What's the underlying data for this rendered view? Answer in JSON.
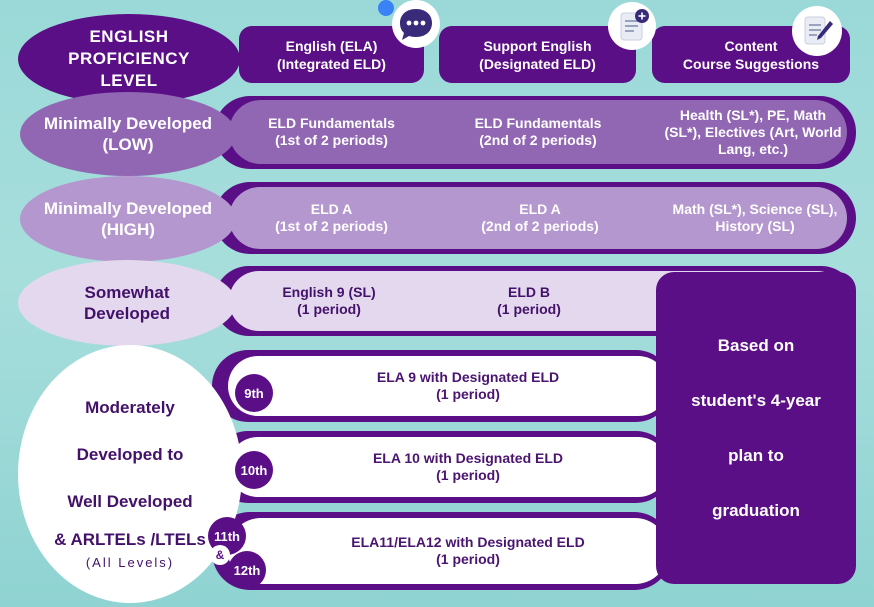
{
  "header": {
    "level_title": [
      "ENGLISH",
      "PROFICIENCY",
      "LEVEL"
    ],
    "col1": [
      "English (ELA)",
      "(Integrated ELD)"
    ],
    "col2": [
      "Support English",
      "(Designated ELD)"
    ],
    "col3": [
      "Content",
      "Course Suggestions"
    ]
  },
  "rows": {
    "low": {
      "level": [
        "Minimally Developed",
        "(LOW)"
      ],
      "col1": [
        "ELD Fundamentals",
        "(1st of 2 periods)"
      ],
      "col2": [
        "ELD Fundamentals",
        "(2nd of 2 periods)"
      ],
      "col3": [
        "Health (SL*), PE, Math",
        "(SL*), Electives (Art, World",
        "Lang, etc.)"
      ]
    },
    "high": {
      "level": [
        "Minimally Developed",
        "(HIGH)"
      ],
      "col1": [
        "ELD A",
        "(1st of 2 periods)"
      ],
      "col2": [
        "ELD A",
        "(2nd of 2 periods)"
      ],
      "col3": [
        "Math (SL*), Science (SL),",
        "History (SL)"
      ]
    },
    "somewhat": {
      "level": [
        "Somewhat",
        "Developed"
      ],
      "col1": [
        "English 9 (SL)",
        "(1 period)"
      ],
      "col2": [
        "ELD B",
        "(1 period)"
      ]
    },
    "moderate": {
      "level": [
        "Moderately",
        "Developed to",
        "Well Developed",
        "& ARLTELs /LTELs"
      ],
      "sub": "(All Levels)",
      "grades": {
        "g9": "9th",
        "g10": "10th",
        "g11": "11th",
        "amp": "&",
        "g12": "12th"
      },
      "bars": {
        "b9": [
          "ELA 9 with Designated ELD",
          "(1 period)"
        ],
        "b10": [
          "ELA 10 with Designated ELD",
          "(1 period)"
        ],
        "b11": [
          "ELA11/ELA12 with Designated ELD",
          "(1 period)"
        ]
      }
    }
  },
  "right_panel": [
    "Based on",
    "student's 4-year",
    "plan to",
    "graduation"
  ],
  "icons": {
    "i1": "speech-bubble-icon",
    "i2": "add-document-icon",
    "i3": "edit-document-icon"
  },
  "colors": {
    "dark_purple": "#5b0f86",
    "mid_purple": "#9167b4",
    "light_purple": "#b597cf",
    "pale_purple": "#e4d8ef",
    "background": "#9ad9d8"
  }
}
